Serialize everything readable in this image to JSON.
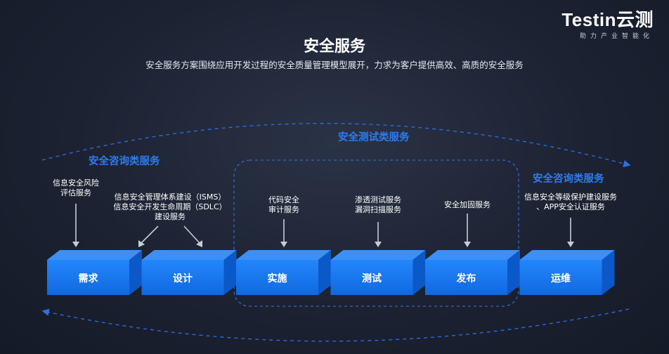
{
  "logo": {
    "brand": "Testin云测",
    "slogan": "助力产业智能化"
  },
  "title": "安全服务",
  "subtitle": "安全服务方案围绕应用开发过程的安全质量管理模型展开，力求为客户提供高效、高质的安全服务",
  "sections": {
    "consult_left": "安全咨询类服务",
    "testing": "安全测试类服务",
    "consult_right": "安全咨询类服务"
  },
  "services": {
    "risk_eval": [
      "信息安全风险",
      "评估服务"
    ],
    "isms_sdlc": [
      "信息安全管理体系建设（ISMS）",
      "信息安全开发生命周期（SDLC）",
      "建设服务"
    ],
    "code_audit": [
      "代码安全",
      "审计服务"
    ],
    "pentest": [
      "渗透测试服务",
      "漏洞扫描服务"
    ],
    "hardening": [
      "安全加固服务"
    ],
    "compliance": [
      "信息安全等级保护建设服务",
      "、APP安全认证服务"
    ]
  },
  "stages": [
    "需求",
    "设计",
    "实施",
    "测试",
    "发布",
    "运维"
  ],
  "colors": {
    "accent": "#2f7bf0",
    "block_front": "#1a7cf5",
    "block_top": "#3d8ff8",
    "block_side": "#0b58c9"
  }
}
